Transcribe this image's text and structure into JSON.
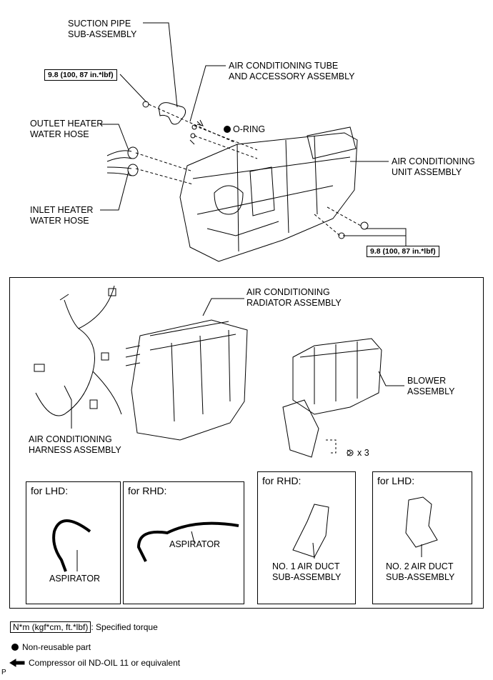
{
  "top": {
    "suction_pipe": [
      "SUCTION PIPE",
      "SUB-ASSEMBLY"
    ],
    "ac_tube": [
      "AIR CONDITIONING TUBE",
      "AND ACCESSORY ASSEMBLY"
    ],
    "torque_top": "9.8 (100, 87 in.*lbf)",
    "o_ring": "O-RING",
    "outlet_hose": [
      "OUTLET HEATER",
      "WATER HOSE"
    ],
    "inlet_hose": [
      "INLET HEATER",
      "WATER HOSE"
    ],
    "ac_unit": [
      "AIR CONDITIONING",
      "UNIT ASSEMBLY"
    ],
    "torque_bottom": "9.8 (100, 87 in.*lbf)"
  },
  "bottom": {
    "radiator": [
      "AIR CONDITIONING",
      "RADIATOR ASSEMBLY"
    ],
    "blower": [
      "BLOWER",
      "ASSEMBLY"
    ],
    "harness": [
      "AIR CONDITIONING",
      "HARNESS ASSEMBLY"
    ],
    "bolt_count": "x 3",
    "lhd_aspirator_hdr": "for LHD:",
    "lhd_aspirator_lbl": "ASPIRATOR",
    "rhd_aspirator_hdr": "for RHD:",
    "rhd_aspirator_lbl": "ASPIRATOR",
    "rhd_duct_hdr": "for RHD:",
    "rhd_duct_lbl": [
      "NO. 1 AIR DUCT",
      "SUB-ASSEMBLY"
    ],
    "lhd_duct_hdr": "for LHD:",
    "lhd_duct_lbl": [
      "NO. 2 AIR DUCT",
      "SUB-ASSEMBLY"
    ]
  },
  "legend": {
    "torque_unit": "N*m (kgf*cm, ft.*lbf)",
    "torque_text": ": Specified torque",
    "nonreusable": "Non-reusable part",
    "oil": "Compressor oil ND-OIL 11 or equivalent",
    "corner_mark": "P"
  }
}
